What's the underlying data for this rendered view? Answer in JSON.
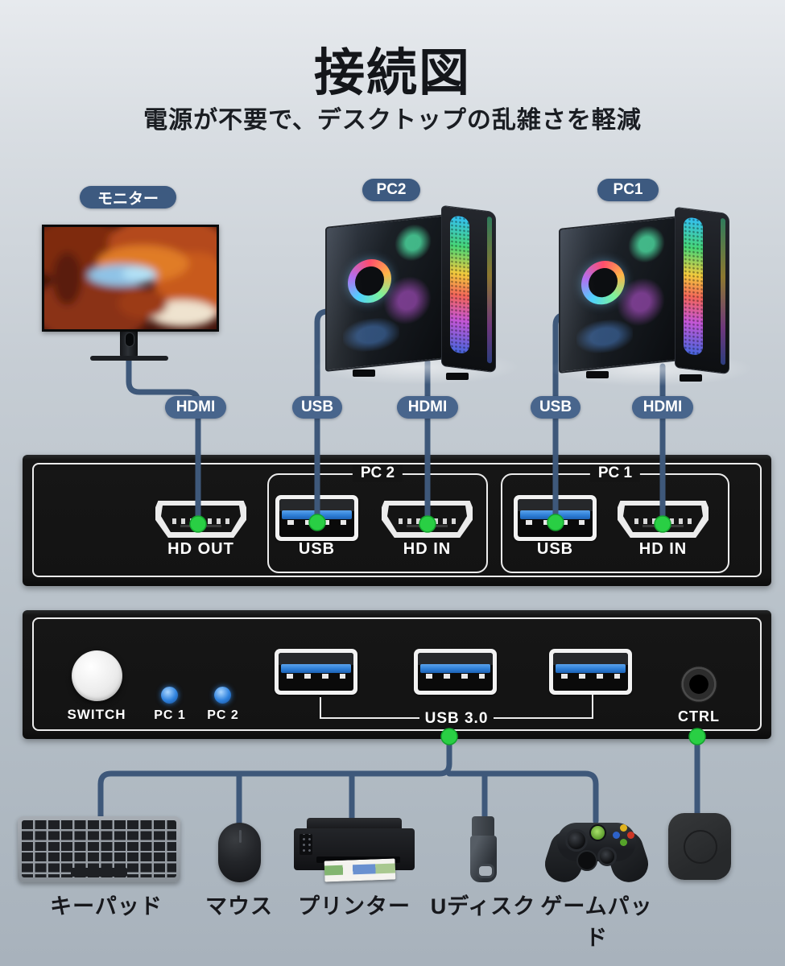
{
  "page": {
    "title": "接続図",
    "subtitle": "電源が不要で、デスクトップの乱雑さを軽減"
  },
  "source_devices": {
    "monitor_label": "モニター",
    "pc2_label": "PC2",
    "pc1_label": "PC1"
  },
  "cable_tags": {
    "monitor_hdmi": "HDMI",
    "pc2_usb": "USB",
    "pc2_hdmi": "HDMI",
    "pc1_usb": "USB",
    "pc1_hdmi": "HDMI"
  },
  "kvm_front_panel": {
    "hd_out_label": "HD OUT",
    "pc2_group": {
      "name": "PC 2",
      "usb_label": "USB",
      "hd_in_label": "HD IN"
    },
    "pc1_group": {
      "name": "PC 1",
      "usb_label": "USB",
      "hd_in_label": "HD IN"
    }
  },
  "kvm_rear_panel": {
    "switch_label": "SWITCH",
    "pc1_led_label": "PC 1",
    "pc2_led_label": "PC 2",
    "usb3_label": "USB 3.0",
    "ctrl_label": "CTRL"
  },
  "peripherals": {
    "keyboard": "キーパッド",
    "mouse": "マウス",
    "printer": "プリンター",
    "usb_drive": "Uディスク",
    "gamepad": "ゲームパッド"
  },
  "colors": {
    "background_top": "#E7EAEE",
    "background_bottom": "#A8B2BC",
    "cable_blue": "#3E587A",
    "device_pill_navy": "#3D5A80",
    "cable_pill_blue": "#48658C",
    "connector_green": "#29CF44",
    "usb_tab_blue": "#2E7FD6",
    "led_blue": "#2F82DE",
    "panel_black": "#161616",
    "outline_white": "#ECECEC"
  }
}
